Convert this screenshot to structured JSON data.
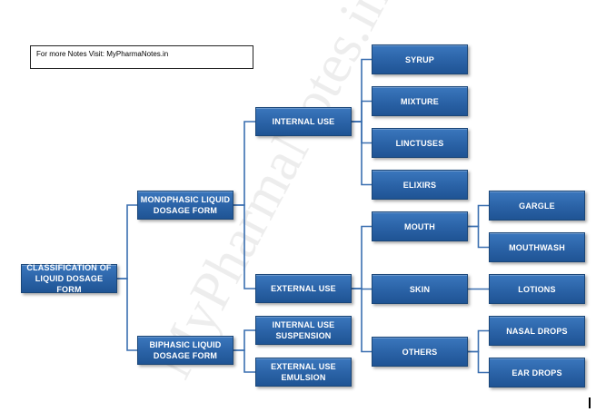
{
  "header_note": "For more Notes Visit: MyPharmaNotes.in",
  "watermark": "MyPharmaNotes.in",
  "colors": {
    "node_fill": "#2a62a6",
    "node_border": "#1a4678",
    "connector": "#3a6fb0",
    "node_text": "#ffffff"
  },
  "nodes": [
    {
      "id": "root",
      "label": "CLASSIFICATION OF\nLIQUID DOSAGE FORM"
    },
    {
      "id": "monophasic",
      "label": "MONOPHASIC LIQUID\nDOSAGE FORM"
    },
    {
      "id": "biphasic",
      "label": "BIPHASIC LIQUID\nDOSAGE FORM"
    },
    {
      "id": "internal",
      "label": "INTERNAL USE"
    },
    {
      "id": "external",
      "label": "EXTERNAL USE"
    },
    {
      "id": "suspension",
      "label": "INTERNAL USE\nSUSPENSION"
    },
    {
      "id": "emulsion",
      "label": "EXTERNAL USE\nEMULSION"
    },
    {
      "id": "syrup",
      "label": "SYRUP"
    },
    {
      "id": "mixture",
      "label": "MIXTURE"
    },
    {
      "id": "linctuses",
      "label": "LINCTUSES"
    },
    {
      "id": "elixirs",
      "label": "ELIXIRS"
    },
    {
      "id": "mouth",
      "label": "MOUTH"
    },
    {
      "id": "skin",
      "label": "SKIN"
    },
    {
      "id": "others",
      "label": "OTHERS"
    },
    {
      "id": "gargle",
      "label": "GARGLE"
    },
    {
      "id": "mouthwash",
      "label": "MOUTHWASH"
    },
    {
      "id": "lotions",
      "label": "LOTIONS"
    },
    {
      "id": "nasal",
      "label": "NASAL DROPS"
    },
    {
      "id": "ear",
      "label": "EAR DROPS"
    }
  ],
  "edges": [
    [
      "root",
      "monophasic"
    ],
    [
      "root",
      "biphasic"
    ],
    [
      "monophasic",
      "internal"
    ],
    [
      "monophasic",
      "external"
    ],
    [
      "biphasic",
      "suspension"
    ],
    [
      "biphasic",
      "emulsion"
    ],
    [
      "internal",
      "syrup"
    ],
    [
      "internal",
      "mixture"
    ],
    [
      "internal",
      "linctuses"
    ],
    [
      "internal",
      "elixirs"
    ],
    [
      "external",
      "mouth"
    ],
    [
      "external",
      "skin"
    ],
    [
      "external",
      "others"
    ],
    [
      "mouth",
      "gargle"
    ],
    [
      "mouth",
      "mouthwash"
    ],
    [
      "skin",
      "lotions"
    ],
    [
      "others",
      "nasal"
    ],
    [
      "others",
      "ear"
    ]
  ]
}
